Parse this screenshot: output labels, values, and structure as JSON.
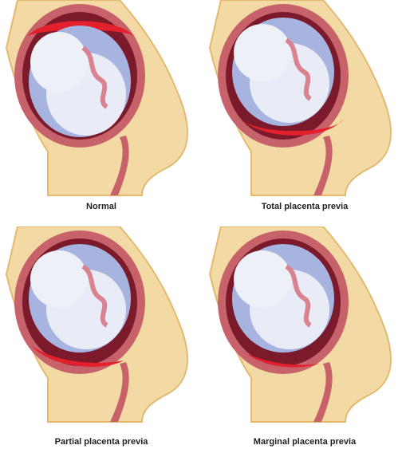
{
  "panels": [
    {
      "caption": "Normal",
      "placenta": "top"
    },
    {
      "caption": "Total placenta previa",
      "placenta": "total"
    },
    {
      "caption": "Partial placenta previa",
      "placenta": "partial"
    },
    {
      "caption": "Marginal placenta previa",
      "placenta": "marginal"
    }
  ],
  "colors": {
    "skin": "#f3d9a4",
    "skin_outline": "#e4b96f",
    "uterus_wall": "#c8626a",
    "uterus_inner": "#7a1a2a",
    "placenta": "#e3202c",
    "amniotic": "#a8b4e0",
    "fetus": "#e9ecf6",
    "cord": "#d98390"
  }
}
